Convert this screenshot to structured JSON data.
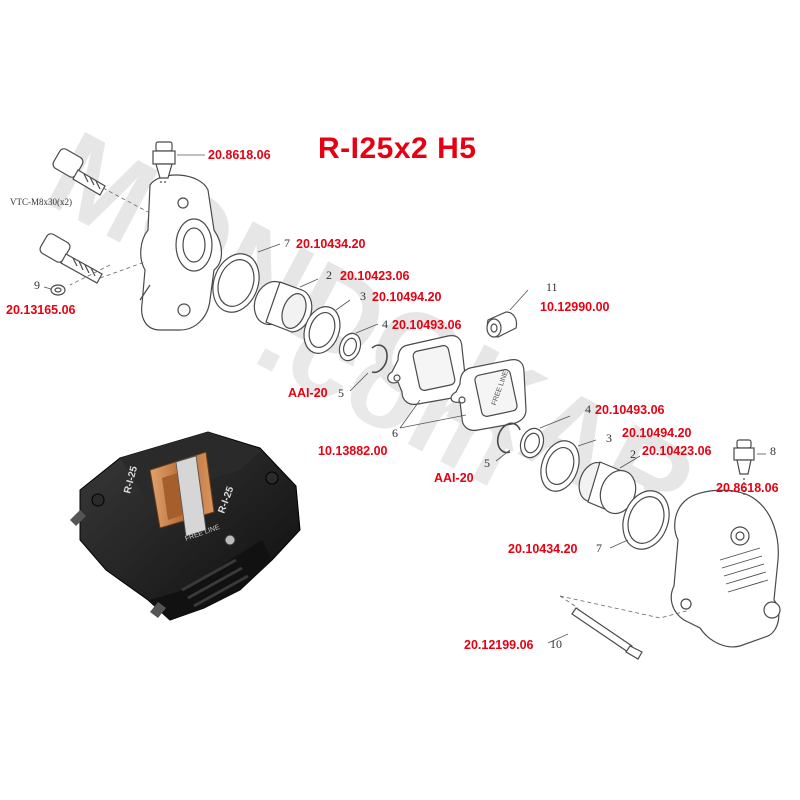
{
  "diagram": {
    "title": "R-I25x2 H5",
    "annotations": {
      "bolt_spec": "VTC-M8x30(x2)"
    },
    "callouts": [
      {
        "id": "c7a",
        "text": "7"
      },
      {
        "id": "c2a",
        "text": "2"
      },
      {
        "id": "c3a",
        "text": "3"
      },
      {
        "id": "c4a",
        "text": "4"
      },
      {
        "id": "c5a",
        "text": "5"
      },
      {
        "id": "c6",
        "text": "6"
      },
      {
        "id": "c9",
        "text": "9"
      },
      {
        "id": "c11",
        "text": "11"
      },
      {
        "id": "c4b",
        "text": "4"
      },
      {
        "id": "c3b",
        "text": "3"
      },
      {
        "id": "c2b",
        "text": "2"
      },
      {
        "id": "c5b",
        "text": "5"
      },
      {
        "id": "c8",
        "text": "8"
      },
      {
        "id": "c7b",
        "text": "7"
      },
      {
        "id": "c10",
        "text": "10"
      }
    ],
    "part_numbers": [
      {
        "id": "p_bleed_top",
        "text": "20.8618.06"
      },
      {
        "id": "p_7a",
        "text": "20.10434.20"
      },
      {
        "id": "p_2a",
        "text": "20.10423.06"
      },
      {
        "id": "p_3a",
        "text": "20.10494.20"
      },
      {
        "id": "p_4a",
        "text": "20.10493.06"
      },
      {
        "id": "p_9",
        "text": "20.13165.06"
      },
      {
        "id": "p_11",
        "text": "10.12990.00"
      },
      {
        "id": "p_5a",
        "text": "AAI-20"
      },
      {
        "id": "p_6",
        "text": "10.13882.00"
      },
      {
        "id": "p_4b",
        "text": "20.10493.06"
      },
      {
        "id": "p_3b",
        "text": "20.10494.20"
      },
      {
        "id": "p_2b",
        "text": "20.10423.06"
      },
      {
        "id": "p_5b",
        "text": "AAI-20"
      },
      {
        "id": "p_8",
        "text": "20.8618.06"
      },
      {
        "id": "p_7b",
        "text": "20.10434.20"
      },
      {
        "id": "p_10",
        "text": "20.12199.06"
      }
    ],
    "photo_labels": {
      "bridge_left": "R-I-25",
      "body_right": "R-I-25",
      "brand": "FREE LINE"
    },
    "colors": {
      "part_number": "#e60012",
      "line_art": "#4a4a4a",
      "pad_copper": "#c8814b",
      "caliper_body": "#1c1c1c",
      "watermark": "#e5e5e5"
    }
  }
}
